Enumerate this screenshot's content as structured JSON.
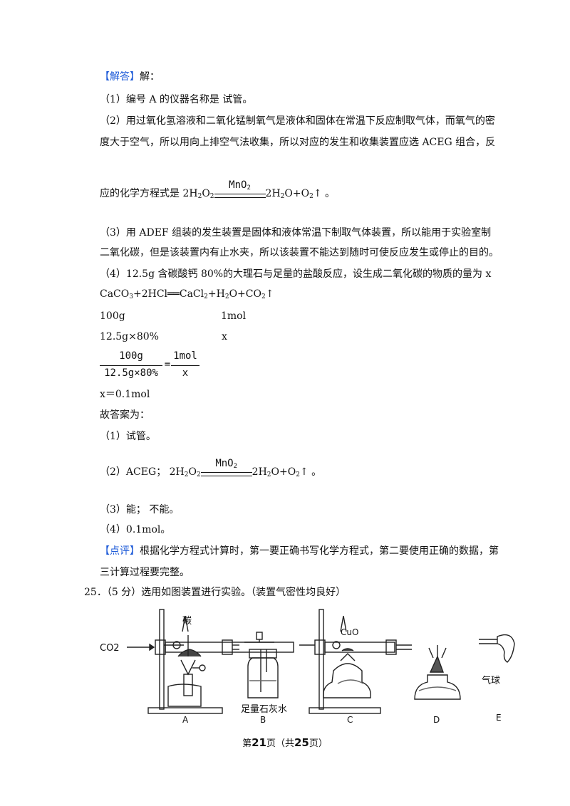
{
  "answer": {
    "tag": "【解答】",
    "intro": "解：",
    "q1": "（1）编号 A 的仪器名称是  试管。",
    "q2_line1": "（2）用过氧化氢溶液和二氧化锰制氧气是液体和固体在常温下反应制取气体，而氧气的密",
    "q2_line2": "度大于空气，所以用向上排空气法收集，所以对应的发生和收集装置应选  ACEG 组合，反",
    "q2_line3_prefix": "应的化学方程式是  ",
    "catalyst": "MnO2",
    "q3_line1": "（3）用 ADEF 组装的发生装置是固体和液体常温下制取气体装置，所以能用于实验室制",
    "q3_line2": "二氧化碳，但是该装置内有止水夹，所以该装置不能达到随时可使反应发生或停止的目的。",
    "q4_line1": "（4）12.5g 含碳酸钙 80%的大理石与足量的盐酸反应，设生成二氧化碳的物质的量为 x",
    "ratio_left_1": "100g",
    "ratio_right_1": "1mol",
    "ratio_left_2": "12.5g×80%",
    "ratio_right_2": "x",
    "frac_num_left": "100g",
    "frac_den_left": "12.5g×80%",
    "frac_eq": "=",
    "frac_num_right": "1mol",
    "frac_den_right": "x",
    "x_result": "x＝0.1mol",
    "conclusion": "故答案为：",
    "a1": "（1）试管。",
    "a2_prefix": "（2）ACEG；  ",
    "a3": "（3）能；  不能。",
    "a4": "（4）0.1mol。"
  },
  "comment": {
    "tag": "【点评】",
    "line1": "根据化学方程式计算时，第一要正确书写化学方程式，第二要使用正确的数据，第",
    "line2": "三计算过程要完整。"
  },
  "q25": {
    "text": "25．（5 分）选用如图装置进行实验。（装置气密性均良好）",
    "labels": {
      "co2": "CO2",
      "carbon": "碳",
      "cuo": "CuO",
      "limewater": "足量石灰水",
      "balloon": "气球",
      "A": "A",
      "B": "B",
      "C": "C",
      "D": "D",
      "E": "E"
    }
  },
  "footer": {
    "prefix": "第",
    "page": "21",
    "mid": "页（共",
    "total": "25",
    "suffix": "页）"
  }
}
